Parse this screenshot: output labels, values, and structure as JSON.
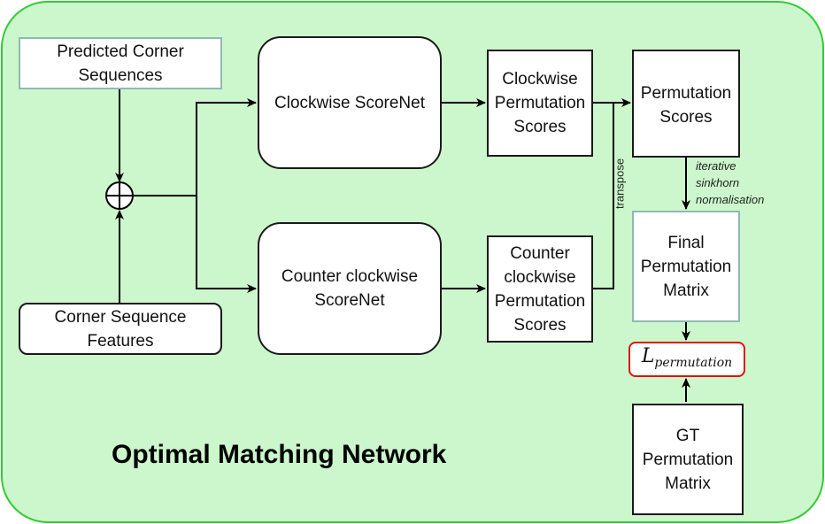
{
  "diagram": {
    "title": "Optimal Matching Network",
    "nodes": {
      "predicted_corner_sequences": "Predicted Corner Sequences",
      "corner_sequence_features": "Corner Sequence Features",
      "clockwise_scorenet": "Clockwise ScoreNet",
      "counter_clockwise_scorenet": [
        "Counter clockwise",
        "ScoreNet"
      ],
      "clockwise_permutation_scores": [
        "Clockwise",
        "Permutation",
        "Scores"
      ],
      "counter_clockwise_permutation_scores": [
        "Counter",
        "clockwise",
        "Permutation",
        "Scores"
      ],
      "permutation_scores": [
        "Permutation",
        "Scores"
      ],
      "final_permutation_matrix": [
        "Final",
        "Permutation",
        "Matrix"
      ],
      "gt_permutation_matrix": [
        "GT",
        "Permutation",
        "Matrix"
      ],
      "loss": {
        "symbol": "L",
        "subscript": "permutation"
      }
    },
    "edge_labels": {
      "transpose": "transpose",
      "sinkhorn": [
        "iterative",
        "sinkhorn",
        "normalisation"
      ]
    },
    "colors": {
      "background_fill": "#ccf7cc",
      "background_border": "#33cc33",
      "teal_border": "#8fb9b3",
      "loss_border": "#e01010"
    }
  }
}
